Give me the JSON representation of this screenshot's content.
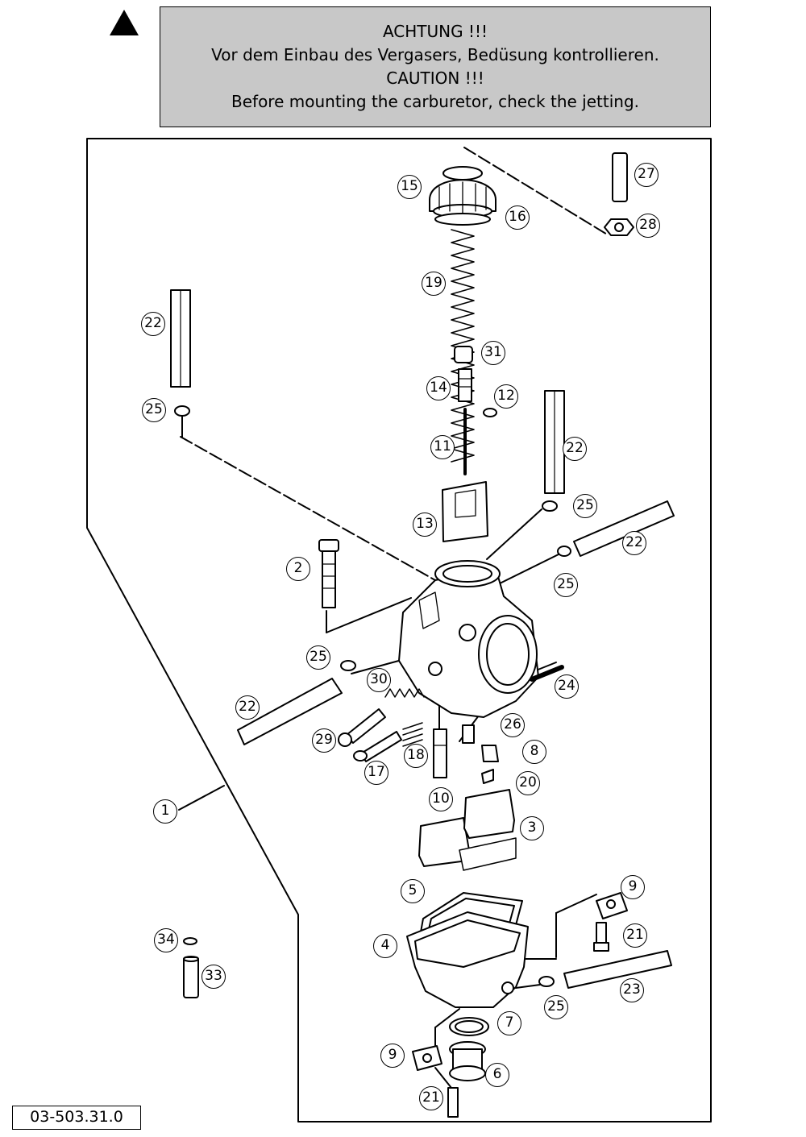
{
  "caution": {
    "line1": "ACHTUNG !!!",
    "line2": "Vor dem Einbau des Vergasers, Bedüsung kontrollieren.",
    "line3": "CAUTION !!!",
    "line4": "Before mounting the carburetor, check the jetting."
  },
  "document_number": "03-503.31.0",
  "part_labels": {
    "p1": "1",
    "p2": "2",
    "p3": "3",
    "p4": "4",
    "p5": "5",
    "p6": "6",
    "p7": "7",
    "p8": "8",
    "p9a": "9",
    "p9b": "9",
    "p10": "10",
    "p11": "11",
    "p12": "12",
    "p13": "13",
    "p14": "14",
    "p15": "15",
    "p16": "16",
    "p17": "17",
    "p18": "18",
    "p19": "19",
    "p20": "20",
    "p21a": "21",
    "p21b": "21",
    "p22a": "22",
    "p22b": "22",
    "p22c": "22",
    "p22d": "22",
    "p23": "23",
    "p24": "24",
    "p25a": "25",
    "p25b": "25",
    "p25c": "25",
    "p25d": "25",
    "p25e": "25",
    "p26": "26",
    "p27": "27",
    "p28": "28",
    "p29": "29",
    "p30": "30",
    "p31": "31",
    "p33": "33",
    "p34": "34"
  }
}
